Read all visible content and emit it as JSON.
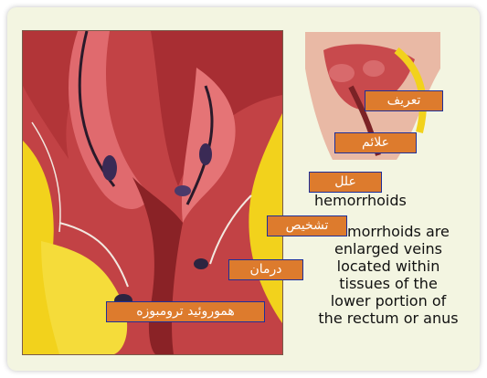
{
  "caption": {
    "term": "hemorrhoids",
    "definition": "Hemorrhoids are\nenlarged veins\nlocated within\ntissues of the\nlower portion of\nthe rectum or anus"
  },
  "menu": {
    "definition_label": "تعریف",
    "symptoms_label": "علائم",
    "causes_label": "علل",
    "diagnosis_label": "تشخیص",
    "treatment_label": "درمان",
    "thrombosed_label": "هموروئید ترومبوزه"
  },
  "colors": {
    "button_fill": "#dd7b2d",
    "button_border": "#1d2f9a",
    "tissue_red": "#c7474a",
    "fat_yellow": "#f2d21c",
    "background": "#f3f5e1"
  },
  "icons": {
    "main": "anorectal-cross-section-illustration",
    "inset": "pelvis-sagittal-section-illustration"
  }
}
